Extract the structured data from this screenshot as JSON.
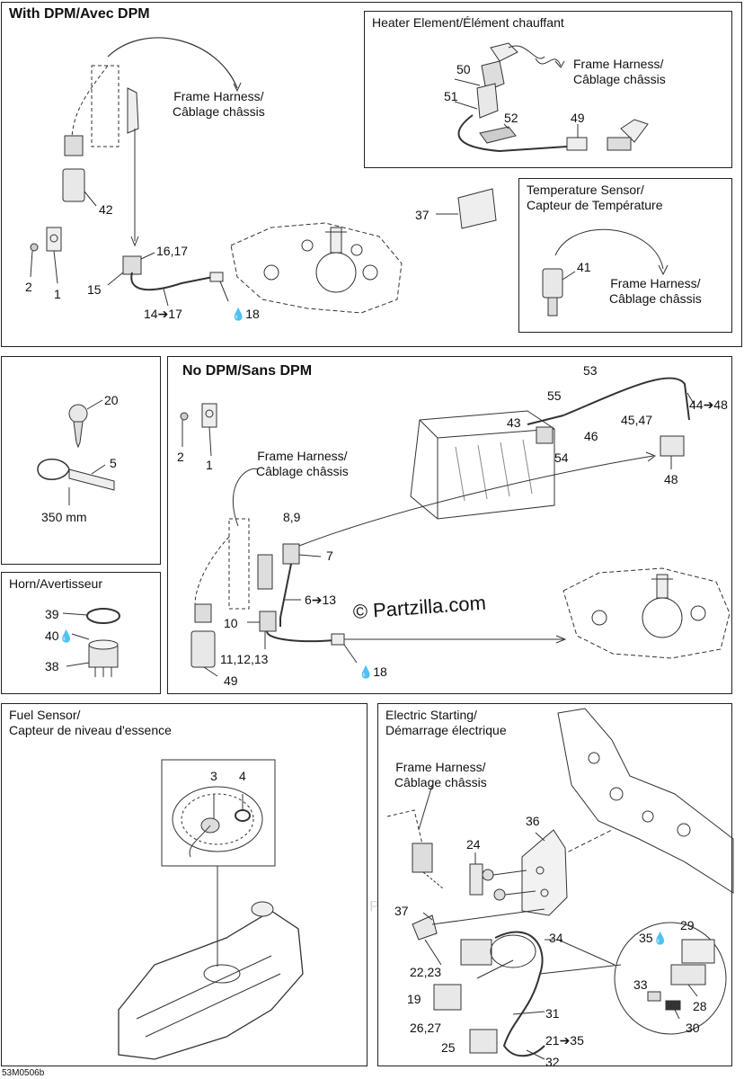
{
  "panels": {
    "dpm": {
      "title": "With DPM/Avec DPM"
    },
    "heater": {
      "title": "Heater Element/Élément chauffant"
    },
    "temp": {
      "title1": "Temperature Sensor/",
      "title2": "Capteur de Température"
    },
    "nodpm": {
      "title": "No DPM/Sans DPM"
    },
    "horn": {
      "title": "Horn/Avertisseur"
    },
    "fuel": {
      "title1": "Fuel Sensor/",
      "title2": "Capteur de niveau d'essence"
    },
    "elec": {
      "title1": "Electric Starting/",
      "title2": "Démarrage électrique"
    }
  },
  "frame_harness": {
    "line1": "Frame Harness/",
    "line2": "Câblage châssis"
  },
  "callouts": {
    "dpm": [
      "42",
      "2",
      "1",
      "15",
      "16,17",
      "14➔17",
      "18"
    ],
    "heater": [
      "50",
      "51",
      "52",
      "49"
    ],
    "p37": "37",
    "temp": [
      "41"
    ],
    "misc": [
      "20",
      "5"
    ],
    "misc_size": "350 mm",
    "horn": [
      "39",
      "40",
      "38"
    ],
    "nodpm": [
      "53",
      "55",
      "43",
      "46",
      "45,47",
      "44➔48",
      "54",
      "48",
      "2",
      "1",
      "8,9",
      "7",
      "6➔13",
      "10",
      "11,12,13",
      "49",
      "18"
    ],
    "fuel": [
      "3",
      "4"
    ],
    "elec": [
      "36",
      "24",
      "37",
      "34",
      "22,23",
      "19",
      "26,27",
      "25",
      "31",
      "21➔35",
      "32",
      "35",
      "29",
      "33",
      "28",
      "30"
    ]
  },
  "drop_icon": "drop-icon",
  "watermark": "© Partzilla.com",
  "copyright": "© Partzilla.com",
  "diagram_code": "53M0506b"
}
